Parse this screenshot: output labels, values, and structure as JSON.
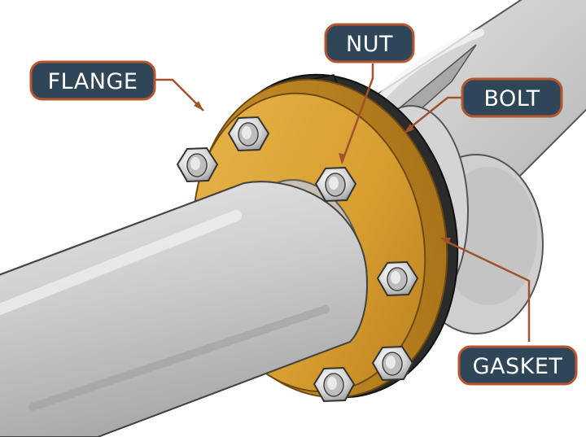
{
  "labels": {
    "flange": "FLANGE",
    "nut": "NUT",
    "bolt": "BOLT",
    "gasket": "GASKET"
  },
  "colors": {
    "pipe": "#c9c9c9",
    "flange": "#d9a43a",
    "gasket": "#2b2b2b",
    "nut": "#dedede",
    "label_fill": "#2f4558",
    "label_border": "#b4572f",
    "leader": "#a0522d"
  },
  "icons": [
    "bolt-nut-icon"
  ]
}
